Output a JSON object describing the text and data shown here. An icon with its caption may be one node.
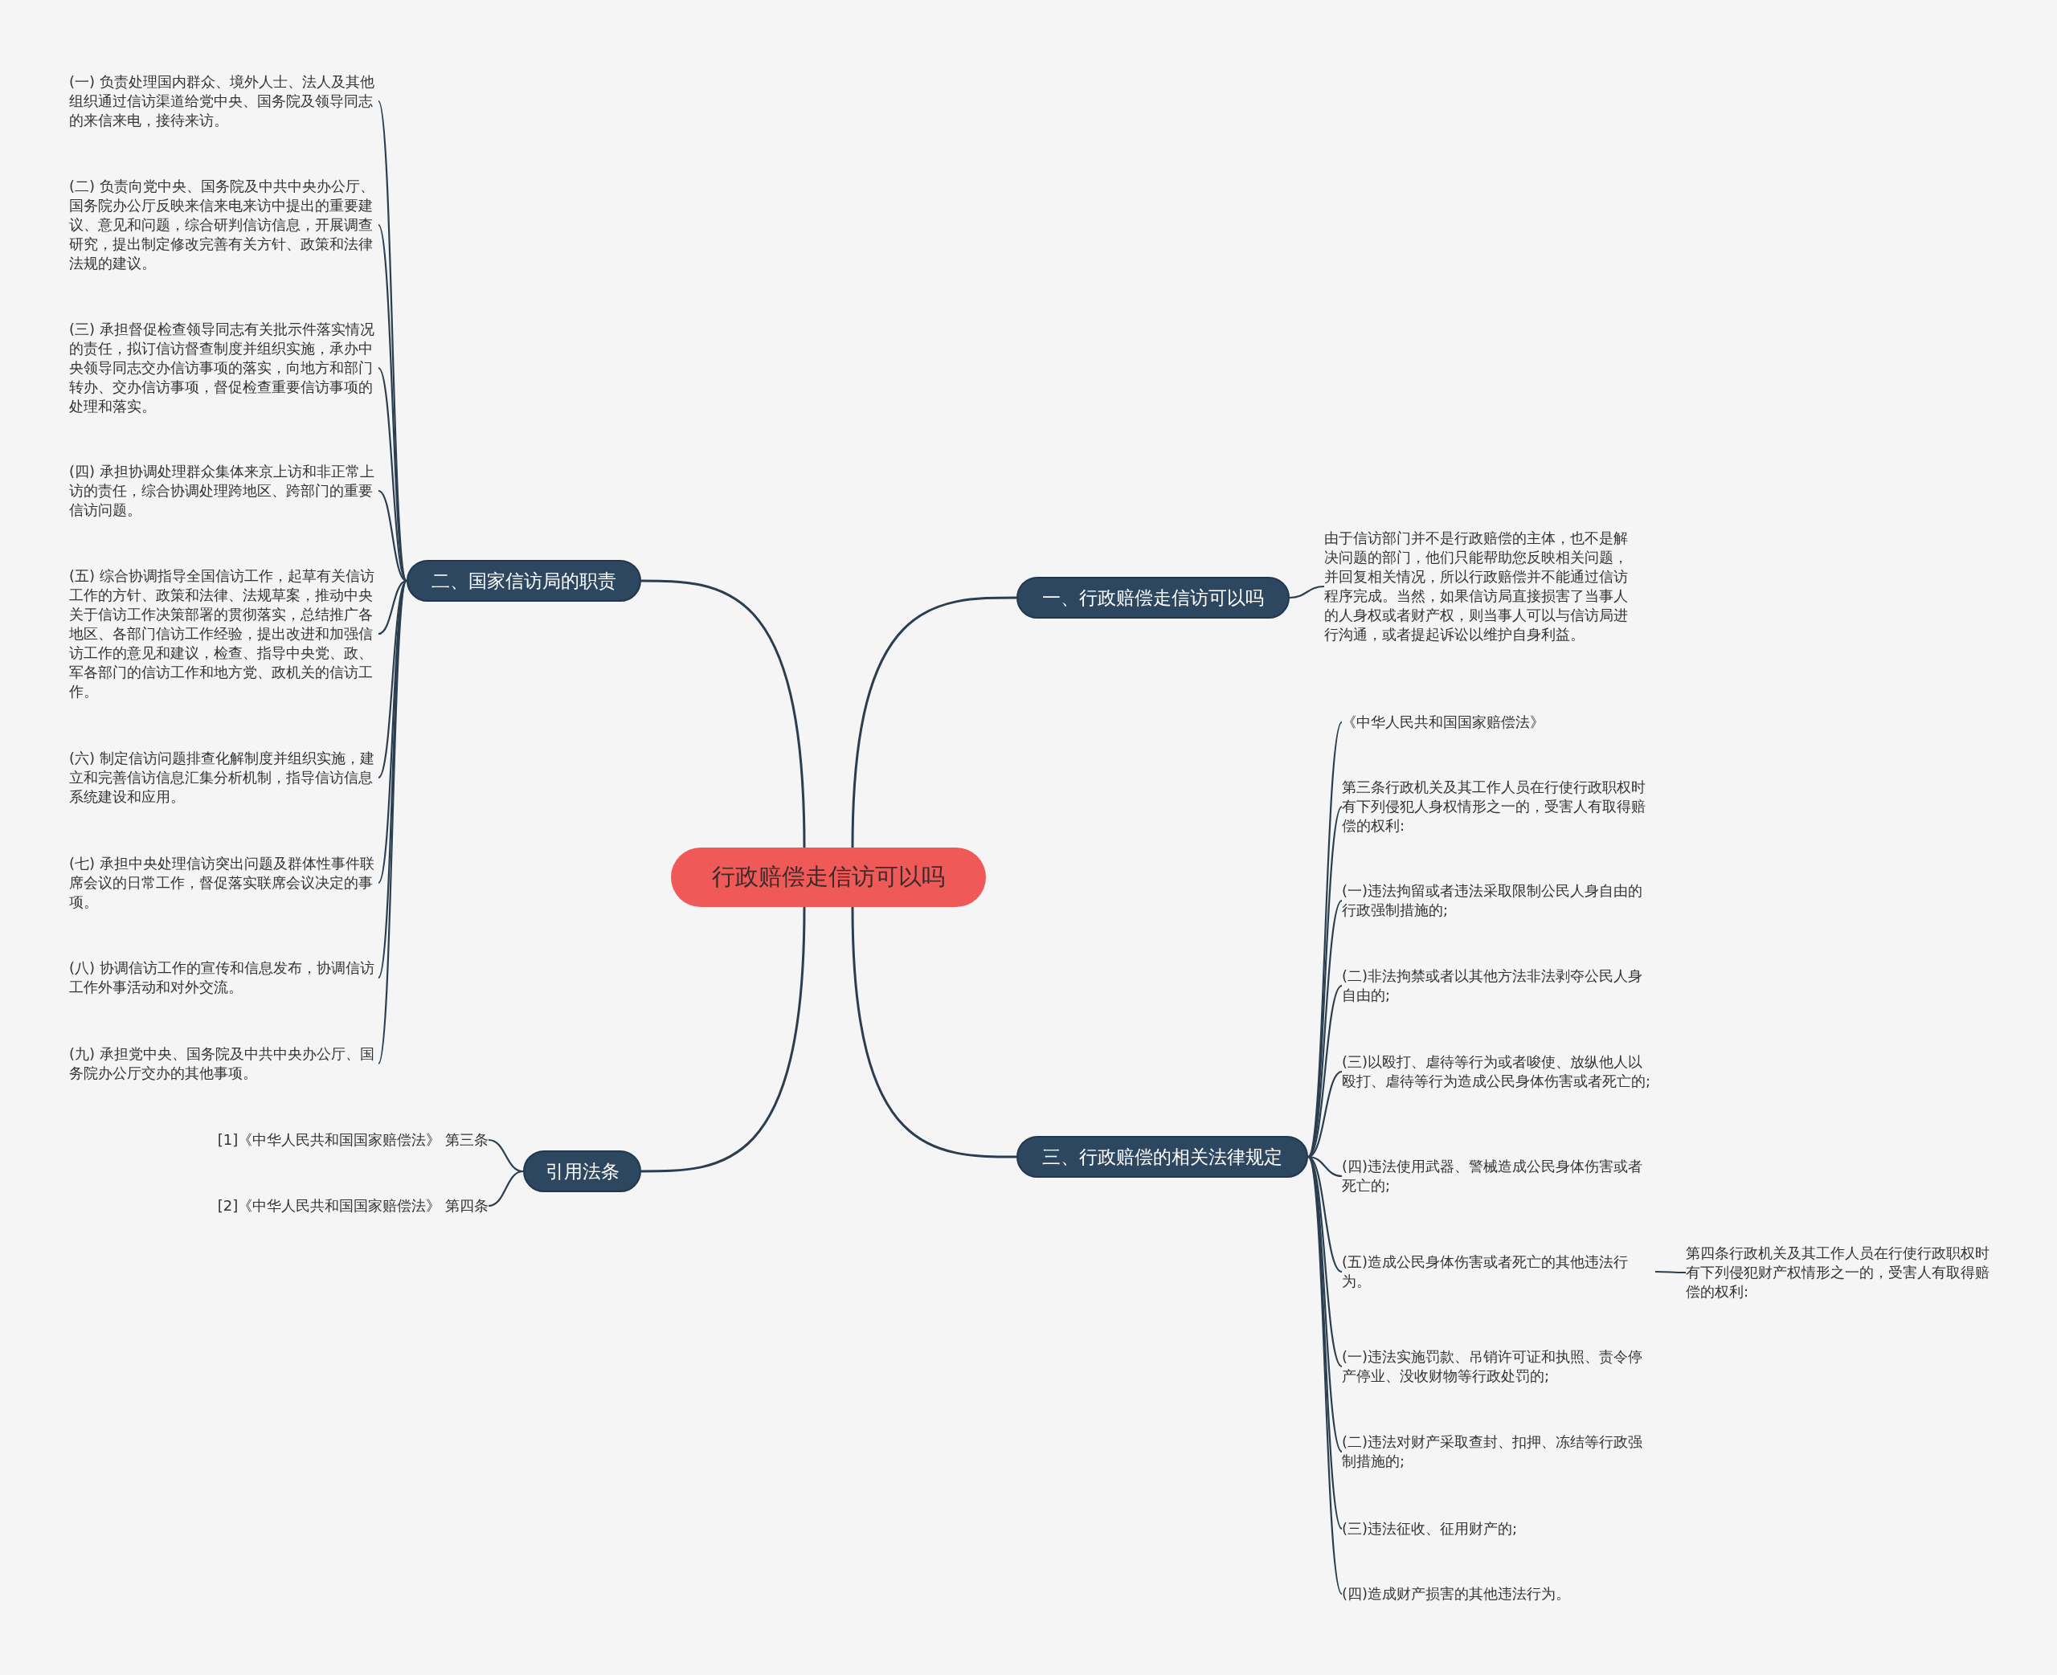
{
  "diagram": {
    "nodes": [
      {
        "text": [
          "行政赔偿走信访可以吗"
        ]
      },
      {
        "text": [
          "一、行政赔偿走信访可以吗"
        ]
      },
      {
        "text": [
          "由于信访部门并不是行政赔偿的主体，也不是解决问题的部门，他们只能帮助您反映相关问题，并回复相关情况，所以行政赔偿并不能通过信访程序完成。当然，如果信访局直接损害了当事人的人身权或者财产权，则当事人可以与信访局进行沟通，或者提起诉讼以维护自身利益。"
        ]
      },
      {
        "text": [
          "二、国家信访局的职责"
        ]
      },
      {
        "text": [
          "(一) 负责处理国内群众、境外人士、法人及其他组织通过信访渠道给党中央、国务院及领导同志的来信来电，接待来访。"
        ]
      },
      {
        "text": [
          "(二) 负责向党中央、国务院及中共中央办公厅、国务院办公厅反映来信来电来访中提出的重要建议、意见和问题，综合研判信访信息，开展调查研究，提出制定修改完善有关方针、政策和法律法规的建议。"
        ]
      },
      {
        "text": [
          "(三) 承担督促检查领导同志有关批示件落实情况的责任，拟订信访督查制度并组织实施，承办中央领导同志交办信访事项的落实，向地方和部门转办、交办信访事项，督促检查重要信访事项的处理和落实。"
        ]
      },
      {
        "text": [
          "(四) 承担协调处理群众集体来京上访和非正常上访的责任，综合协调处理跨地区、跨部门的重要信访问题。"
        ]
      },
      {
        "text": [
          "(五) 综合协调指导全国信访工作，起草有关信访工作的方针、政策和法律、法规草案，推动中央关于信访工作决策部署的贯彻落实，总结推广各地区、各部门信访工作经验，提出改进和加强信访工作的意见和建议，检查、指导中央党、政、军各部门的信访工作和地方党、政机关的信访工作。"
        ]
      },
      {
        "text": [
          "(六) 制定信访问题排查化解制度并组织实施，建立和完善信访信息汇集分析机制，指导信访信息系统建设和应用。"
        ]
      },
      {
        "text": [
          "(七) 承担中央处理信访突出问题及群体性事件联席会议的日常工作，督促落实联席会议决定的事项。"
        ]
      },
      {
        "text": [
          "(八) 协调信访工作的宣传和信息发布，协调信访工作外事活动和对外交流。"
        ]
      },
      {
        "text": [
          "(九) 承担党中央、国务院及中共中央办公厅、国务院办公厅交办的其他事项。"
        ]
      },
      {
        "text": [
          "三、行政赔偿的相关法律规定"
        ]
      },
      {
        "text": [
          "《中华人民共和国国家赔偿法》"
        ]
      },
      {
        "text": [
          "第三条行政机关及其工作人员在行使行政职权时有下列侵犯人身权情形之一的，受害人有取得赔偿的权利:"
        ]
      },
      {
        "text": [
          "(一)违法拘留或者违法采取限制公民人身自由的行政强制措施的;"
        ]
      },
      {
        "text": [
          "(二)非法拘禁或者以其他方法非法剥夺公民人身自由的;"
        ]
      },
      {
        "text": [
          "(三)以殴打、虐待等行为或者唆使、放纵他人以殴打、虐待等行为造成公民身体伤害或者死亡的;"
        ]
      },
      {
        "text": [
          "(四)违法使用武器、警械造成公民身体伤害或者死亡的;"
        ]
      },
      {
        "text": [
          "(五)造成公民身体伤害或者死亡的其他违法行为。"
        ]
      },
      {
        "text": [
          "(一)违法实施罚款、吊销许可证和执照、责令停产停业、没收财物等行政处罚的;"
        ]
      },
      {
        "text": [
          "(二)违法对财产采取查封、扣押、冻结等行政强制措施的;"
        ]
      },
      {
        "text": [
          "(三)违法征收、征用财产的;"
        ]
      },
      {
        "text": [
          "(四)造成财产损害的其他违法行为。"
        ]
      },
      {
        "text": [
          "第四条行政机关及其工作人员在行使行政职权时有下列侵犯财产权情形之一的，受害人有取得赔偿的权利:"
        ]
      },
      {
        "text": [
          "引用法条"
        ]
      },
      {
        "text": [
          "[1]《中华人民共和国国家赔偿法》 第三条"
        ]
      },
      {
        "text": [
          "[2]《中华人民共和国国家赔偿法》 第四条"
        ]
      }
    ],
    "edges": [
      {
        "from": 0,
        "to": 1,
        "arrow": "none"
      },
      {
        "from": 1,
        "to": 2,
        "arrow": "none"
      },
      {
        "from": 0,
        "to": 3,
        "arrow": "none"
      },
      {
        "from": 3,
        "to": 4,
        "arrow": "none"
      },
      {
        "from": 3,
        "to": 5,
        "arrow": "none"
      },
      {
        "from": 3,
        "to": 6,
        "arrow": "none"
      },
      {
        "from": 3,
        "to": 7,
        "arrow": "none"
      },
      {
        "from": 3,
        "to": 8,
        "arrow": "none"
      },
      {
        "from": 3,
        "to": 9,
        "arrow": "none"
      },
      {
        "from": 3,
        "to": 10,
        "arrow": "none"
      },
      {
        "from": 3,
        "to": 11,
        "arrow": "none"
      },
      {
        "from": 3,
        "to": 12,
        "arrow": "none"
      },
      {
        "from": 0,
        "to": 13,
        "arrow": "none"
      },
      {
        "from": 13,
        "to": 14,
        "arrow": "none"
      },
      {
        "from": 13,
        "to": 15,
        "arrow": "none"
      },
      {
        "from": 13,
        "to": 16,
        "arrow": "none"
      },
      {
        "from": 13,
        "to": 17,
        "arrow": "none"
      },
      {
        "from": 13,
        "to": 18,
        "arrow": "none"
      },
      {
        "from": 13,
        "to": 19,
        "arrow": "none"
      },
      {
        "from": 13,
        "to": 20,
        "arrow": "none"
      },
      {
        "from": 13,
        "to": 21,
        "arrow": "none"
      },
      {
        "from": 13,
        "to": 22,
        "arrow": "none"
      },
      {
        "from": 13,
        "to": 23,
        "arrow": "none"
      },
      {
        "from": 13,
        "to": 24,
        "arrow": "none"
      },
      {
        "from": 20,
        "to": 25,
        "arrow": "none"
      },
      {
        "from": 0,
        "to": 26,
        "arrow": "none"
      },
      {
        "from": 26,
        "to": 27,
        "arrow": "none"
      },
      {
        "from": 26,
        "to": 28,
        "arrow": "none"
      }
    ]
  }
}
